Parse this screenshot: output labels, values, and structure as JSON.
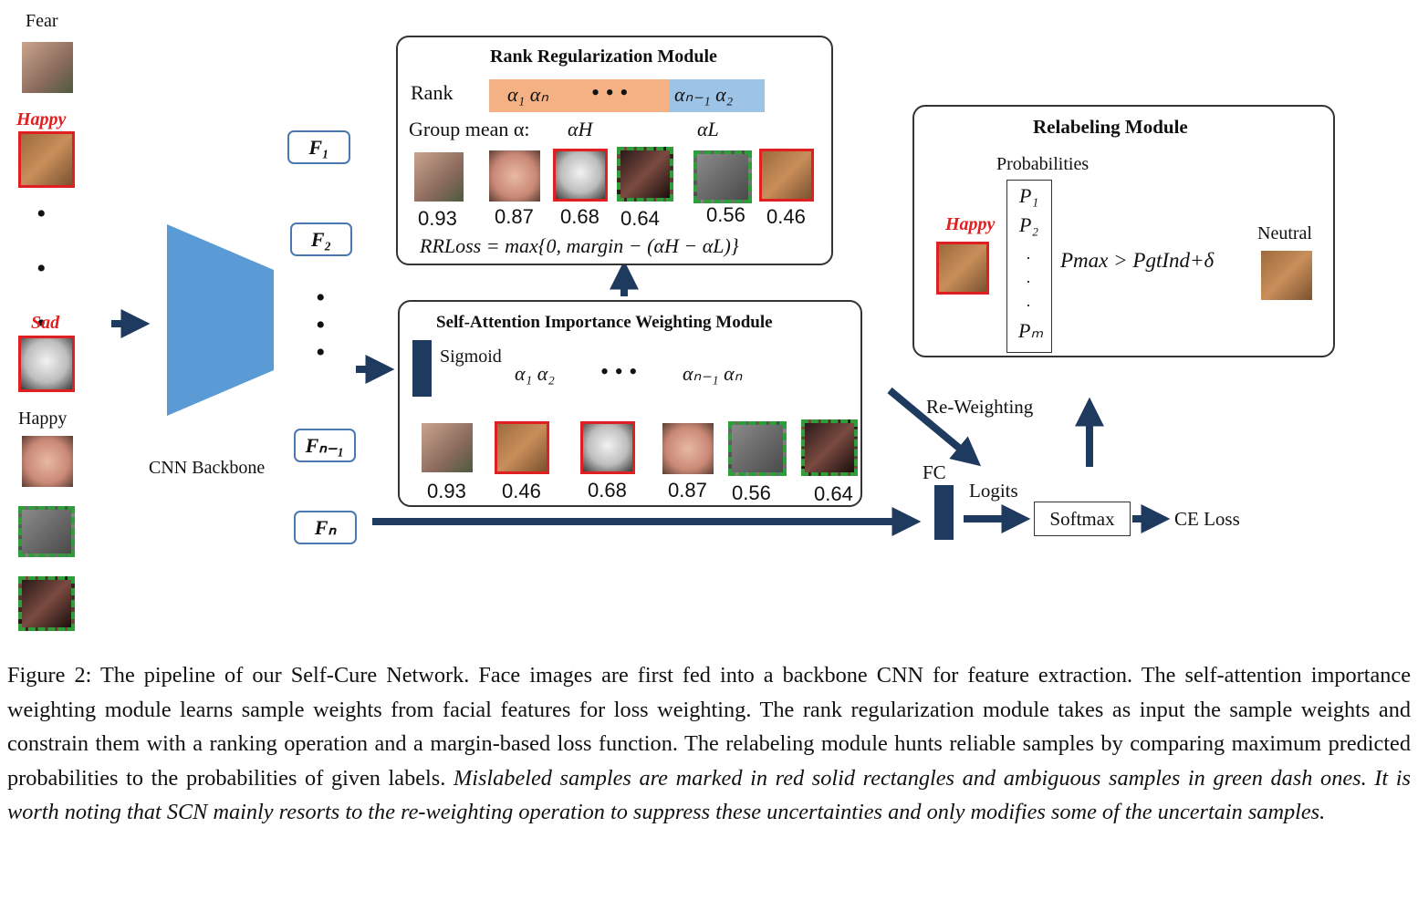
{
  "input_labels": [
    "Fear",
    "Happy",
    "Sad",
    "Happy"
  ],
  "backbone_label": "CNN Backbone",
  "features": [
    "F₁",
    "F₂",
    "Fₙ₋₁",
    "Fₙ"
  ],
  "rrm": {
    "title": "Rank Regularization Module",
    "rank_label": "Rank",
    "rank_high": "α₁  αₙ",
    "rank_dots": "• • •",
    "rank_low": "αₙ₋₁  α₂",
    "group_mean_label": "Group mean α:",
    "alpha_h": "αH",
    "alpha_l": "αL",
    "weights": [
      "0.93",
      "0.87",
      "0.68",
      "0.64",
      "0.56",
      "0.46"
    ],
    "loss": "RRLoss = max{0, margin − (αH − αL)}"
  },
  "sa": {
    "title": "Self-Attention Importance Weighting Module",
    "sigmoid": "Sigmoid",
    "alphas_left": "α₁  α₂",
    "alphas_dots": "• • •",
    "alphas_right": "αₙ₋₁  αₙ",
    "weights": [
      "0.93",
      "0.46",
      "0.68",
      "0.87",
      "0.56",
      "0.64"
    ]
  },
  "relabel": {
    "title": "Relabeling Module",
    "probabilities": "Probabilities",
    "happy": "Happy",
    "p1": "P₁",
    "p2": "P₂",
    "pm": "Pₘ",
    "condition": "Pmax > PgtInd+δ",
    "neutral": "Neutral"
  },
  "flow": {
    "reweighting": "Re-Weighting",
    "fc": "FC",
    "logits": "Logits",
    "softmax": "Softmax",
    "ce_loss": "CE Loss"
  },
  "caption": {
    "normal": "Figure 2: The pipeline of our Self-Cure Network. Face images are first fed into a backbone CNN for feature extraction. The self-attention importance weighting module learns sample weights from facial features for loss weighting. The rank regularization module takes as input the sample weights and constrain them with a ranking operation and a margin-based loss function. The relabeling module hunts reliable samples by comparing maximum predicted probabilities to the probabilities of given labels.",
    "italic": "Mislabeled samples are marked in red solid rectangles and ambiguous samples in green dash ones. It is worth noting that SCN mainly resorts to the re-weighting operation to suppress these uncertainties and only modifies some of the uncertain samples."
  },
  "colors": {
    "arrow": "#1f3a5f",
    "backbone": "#5b9bd5",
    "rank_high_bg": "#f4b183",
    "rank_low_bg": "#9dc3e6",
    "mislabeled_border": "#e02020",
    "ambiguous_border": "#2f9e3a"
  }
}
